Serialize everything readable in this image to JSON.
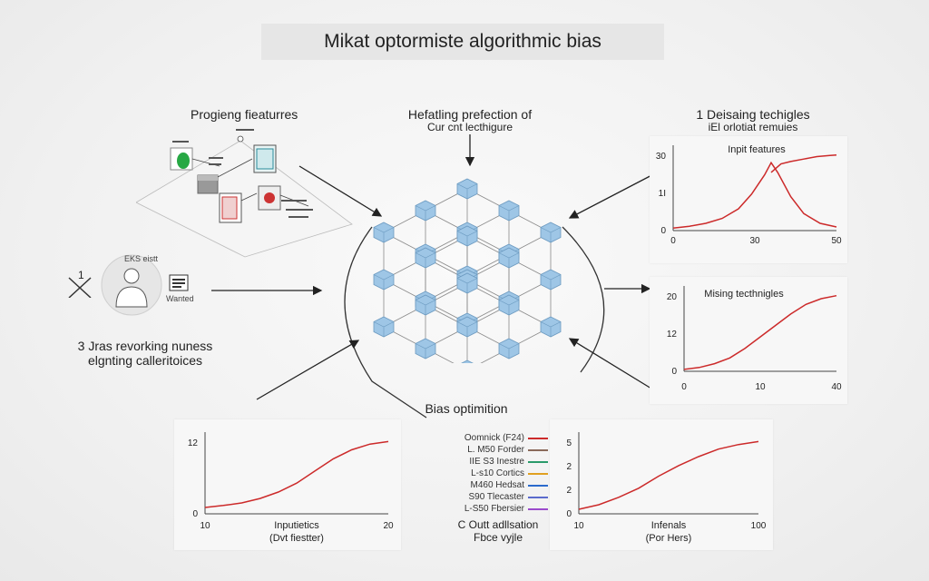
{
  "title": "Mikat optormiste algorithmic bias",
  "left_top": {
    "label": "Progieng fieaturres"
  },
  "left_mid": {
    "label_line1": "3 Jras revorking nuness",
    "label_line2": "elgnting calleritoices",
    "avatar_caption": "EKS eistt",
    "doc_caption": "Wanted",
    "numeral": "1"
  },
  "center": {
    "top_line1": "Hefatling prefection of",
    "top_line2": "Cur cnt lecthigure",
    "bottom_label": "Bias optimition"
  },
  "right_top": {
    "line1": "1 Deisaing techigles",
    "line2": "iEl orlotiat remuies"
  },
  "colors": {
    "curve": "#cc2a2a",
    "cube": "#9ec6e6",
    "cube_edge": "#6b9ac0",
    "frame": "#555555"
  },
  "chart_data": [
    {
      "type": "line",
      "title": "Inpit features",
      "x_ticks": [
        "0",
        "30",
        "50"
      ],
      "y_ticks": [
        "30",
        "1I",
        "0"
      ],
      "series": [
        {
          "x": [
            0,
            5,
            10,
            15,
            20,
            24,
            28,
            30,
            32,
            36,
            40,
            45,
            50
          ],
          "y": [
            1,
            1.8,
            3,
            5,
            9,
            15,
            23,
            28,
            24,
            14,
            7,
            3,
            1.5
          ]
        },
        {
          "x": [
            30,
            33,
            36,
            40,
            44,
            48,
            50
          ],
          "y": [
            24,
            27.5,
            28.5,
            29.5,
            30.5,
            31,
            31.2
          ]
        }
      ]
    },
    {
      "type": "line",
      "title": "Mising tecthnigles",
      "x_ticks": [
        "0",
        "10",
        "40"
      ],
      "y_ticks": [
        "20",
        "12",
        "0"
      ],
      "series": [
        {
          "x": [
            0,
            4,
            8,
            12,
            16,
            20,
            24,
            28,
            32,
            36,
            40
          ],
          "y": [
            0.5,
            1,
            2,
            3.5,
            6,
            9,
            12,
            15,
            17.5,
            19,
            19.8
          ]
        }
      ]
    },
    {
      "type": "line",
      "title": "",
      "x_ticks": [
        "10",
        "20"
      ],
      "y_ticks": [
        "12",
        "0"
      ],
      "xlabel_line1": "Inputietics",
      "xlabel_line2": "(Dvt fiestter)",
      "series": [
        {
          "x": [
            10,
            11,
            12,
            13,
            14,
            15,
            16,
            17,
            18,
            19,
            20
          ],
          "y": [
            1,
            1.3,
            1.7,
            2.4,
            3.4,
            4.8,
            6.7,
            8.6,
            10,
            10.9,
            11.3
          ]
        }
      ]
    },
    {
      "type": "line",
      "title": "",
      "x_ticks": [
        "10",
        "100"
      ],
      "y_ticks": [
        "5",
        "2",
        "2",
        "0"
      ],
      "xlabel_line1": "Infenals",
      "xlabel_line2": "(Por Hers)",
      "series": [
        {
          "x": [
            10,
            20,
            30,
            40,
            50,
            60,
            70,
            80,
            90,
            100
          ],
          "y": [
            0.3,
            0.6,
            1.1,
            1.7,
            2.5,
            3.2,
            3.8,
            4.3,
            4.6,
            4.8
          ]
        }
      ]
    }
  ],
  "legend": {
    "items": [
      {
        "label": "Oomnick (F24)",
        "color": "#cc2a2a"
      },
      {
        "label": "L. M50 Forder",
        "color": "#8a6a5a"
      },
      {
        "label": "IIE S3 Inestre",
        "color": "#2a9a6a"
      },
      {
        "label": "L-s10 Cortics",
        "color": "#e0a020"
      },
      {
        "label": "M460 Hedsat",
        "color": "#2a6acc"
      },
      {
        "label": "S90 Tlecaster",
        "color": "#5a6acc"
      },
      {
        "label": "L-S50 Fbersier",
        "color": "#9a4acc"
      }
    ],
    "caption_line1": "C Outt adllsation",
    "caption_line2": "Fbce vyjle"
  }
}
